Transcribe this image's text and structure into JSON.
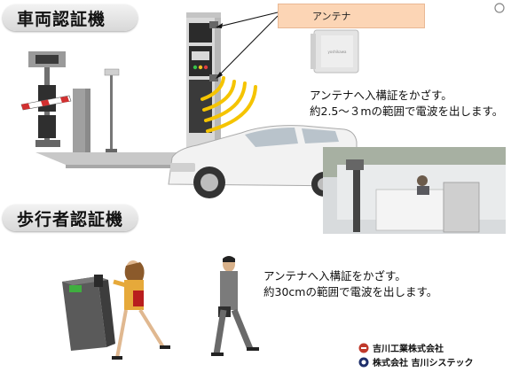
{
  "sections": {
    "vehicle_title": "車両認証機",
    "pedestrian_title": "歩行者認証機"
  },
  "antenna_callout": "アンテナ",
  "vehicle_description": {
    "line1": "アンテナへ入構証をかざす。",
    "line2": "約2.5～３mの範囲で電波を出します。"
  },
  "pedestrian_description": {
    "line1": "アンテナへ入構証をかざす。",
    "line2": "約30cmの範囲で電波を出します。"
  },
  "company_logos": {
    "company1": "吉川工業株式会社",
    "company2": "株式会社 吉川システック"
  },
  "colors": {
    "callout_fill": "#fcd5b5",
    "wave_yellow": "#f5c400",
    "logo_red": "#c0392b",
    "logo_navy": "#1f2f6b"
  },
  "icons": {
    "corner": "circle-icon",
    "logo_mark_1": "yoshikawa-logo-mark",
    "logo_mark_2": "systec-logo-mark"
  }
}
